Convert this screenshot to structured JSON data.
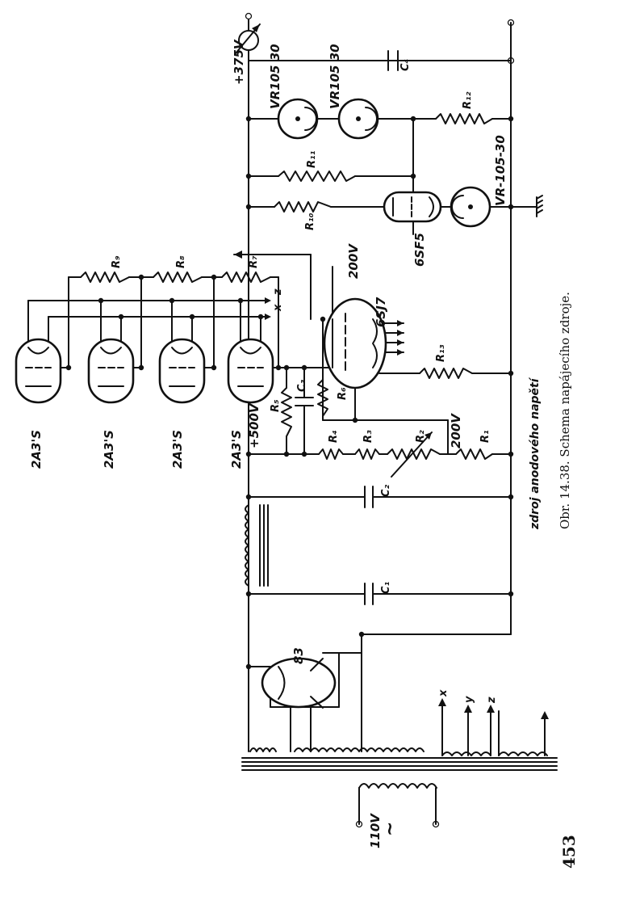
{
  "diagram": {
    "tubes": {
      "rectifier": "83",
      "amplifier": "6SJ7",
      "control": "6SF5",
      "stabilizer_a": "VR105 30",
      "stabilizer_b": "VR105 30",
      "stabilizer_c": "VR-105-30",
      "series_1": "2A3'S",
      "series_2": "2A3'S",
      "series_3": "2A3'S",
      "series_4": "2A3'S"
    },
    "voltages": {
      "v375": "+375V",
      "v500": "+500V",
      "v200_a": "200V",
      "v200_b": "200V",
      "v110": "110V",
      "ac": "~"
    },
    "components": {
      "R1": "R₁",
      "R2": "R₂",
      "R3": "R₃",
      "R4": "R₄",
      "R5": "R₅",
      "R6": "R₆",
      "R7": "R₇",
      "R8": "R₈",
      "R9": "R₉",
      "R10": "R₁₀",
      "R11": "R₁₁",
      "R12": "R₁₂",
      "R13": "R₁₃",
      "C1": "C₁",
      "C2": "C₂",
      "C3": "C₃",
      "C4": "C₄"
    },
    "taps": {
      "x": "x",
      "y": "y",
      "z": "z"
    },
    "annotation": "zdroj anodového napětí"
  },
  "caption": "Obr. 14.38. Schema napájecího zdroje.",
  "page_number": "453"
}
